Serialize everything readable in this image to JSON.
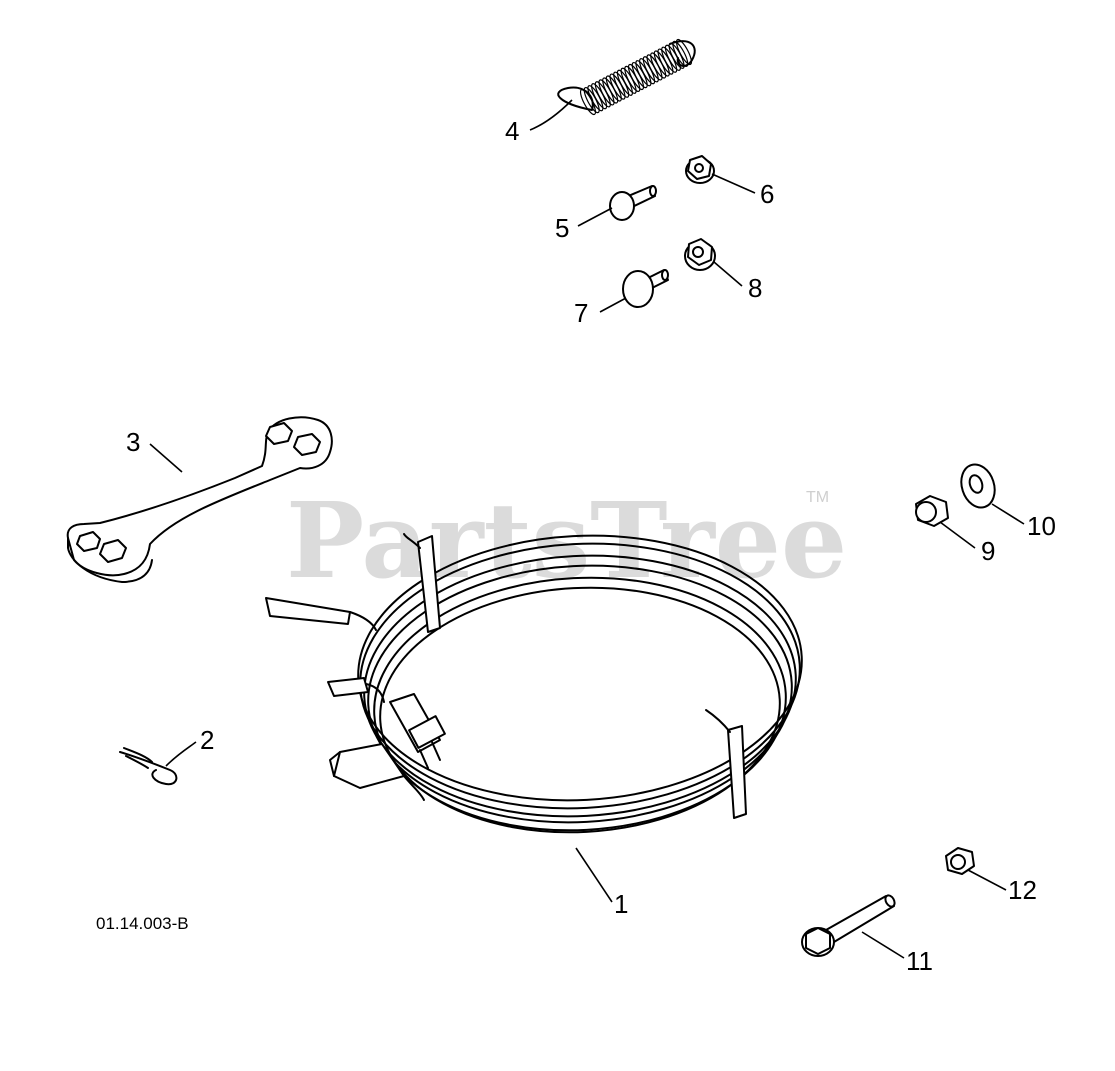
{
  "diagram": {
    "drawing_code": "01.14.003-B",
    "watermark": {
      "text": "PartsTree",
      "mark": "TM"
    },
    "callouts": [
      {
        "number": "1",
        "part": "cable-harness"
      },
      {
        "number": "2",
        "part": "hair-pin-clip"
      },
      {
        "number": "3",
        "part": "wrench-plate"
      },
      {
        "number": "4",
        "part": "tension-spring"
      },
      {
        "number": "5",
        "part": "shoulder-bolt"
      },
      {
        "number": "6",
        "part": "flange-nut"
      },
      {
        "number": "7",
        "part": "carriage-pin"
      },
      {
        "number": "8",
        "part": "flange-nut"
      },
      {
        "number": "9",
        "part": "lock-nut"
      },
      {
        "number": "10",
        "part": "washer"
      },
      {
        "number": "11",
        "part": "flange-bolt"
      },
      {
        "number": "12",
        "part": "lock-nut"
      }
    ]
  }
}
